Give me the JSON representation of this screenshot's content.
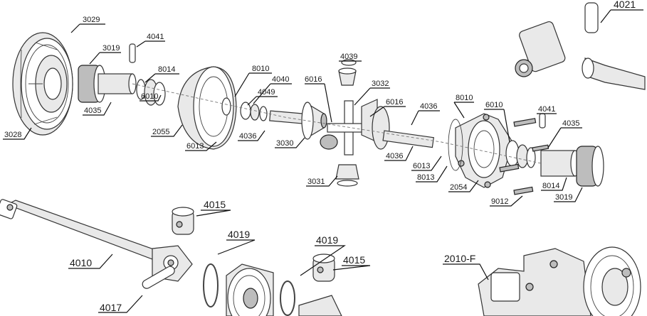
{
  "labels": {
    "l3029": "3029",
    "l3028": "3028",
    "l3019a": "3019",
    "l4041a": "4041",
    "l4035a": "4035",
    "l8014a": "8014",
    "l6010a": "6010",
    "l2055": "2055",
    "l6013a": "6013",
    "l8010a": "8010",
    "l4040": "4040",
    "l4049": "4049",
    "l4036a": "4036",
    "l3030": "3030",
    "l6016a": "6016",
    "l4039": "4039",
    "l3032": "3032",
    "l6016b": "6016",
    "l3031": "3031",
    "l4036b": "4036",
    "l4036c": "4036",
    "l8010b": "8010",
    "l6010b": "6010",
    "l6013b": "6013",
    "l8013": "8013",
    "l2054": "2054",
    "l4041b": "4041",
    "l4035b": "4035",
    "l8014b": "8014",
    "l3019b": "3019",
    "l9012": "9012",
    "l4021": "4021",
    "l4010": "4010",
    "l4015a": "4015",
    "l4019a": "4019",
    "l4019b": "4019",
    "l4015b": "4015",
    "l4017": "4017",
    "l2010f": "2010-F"
  }
}
